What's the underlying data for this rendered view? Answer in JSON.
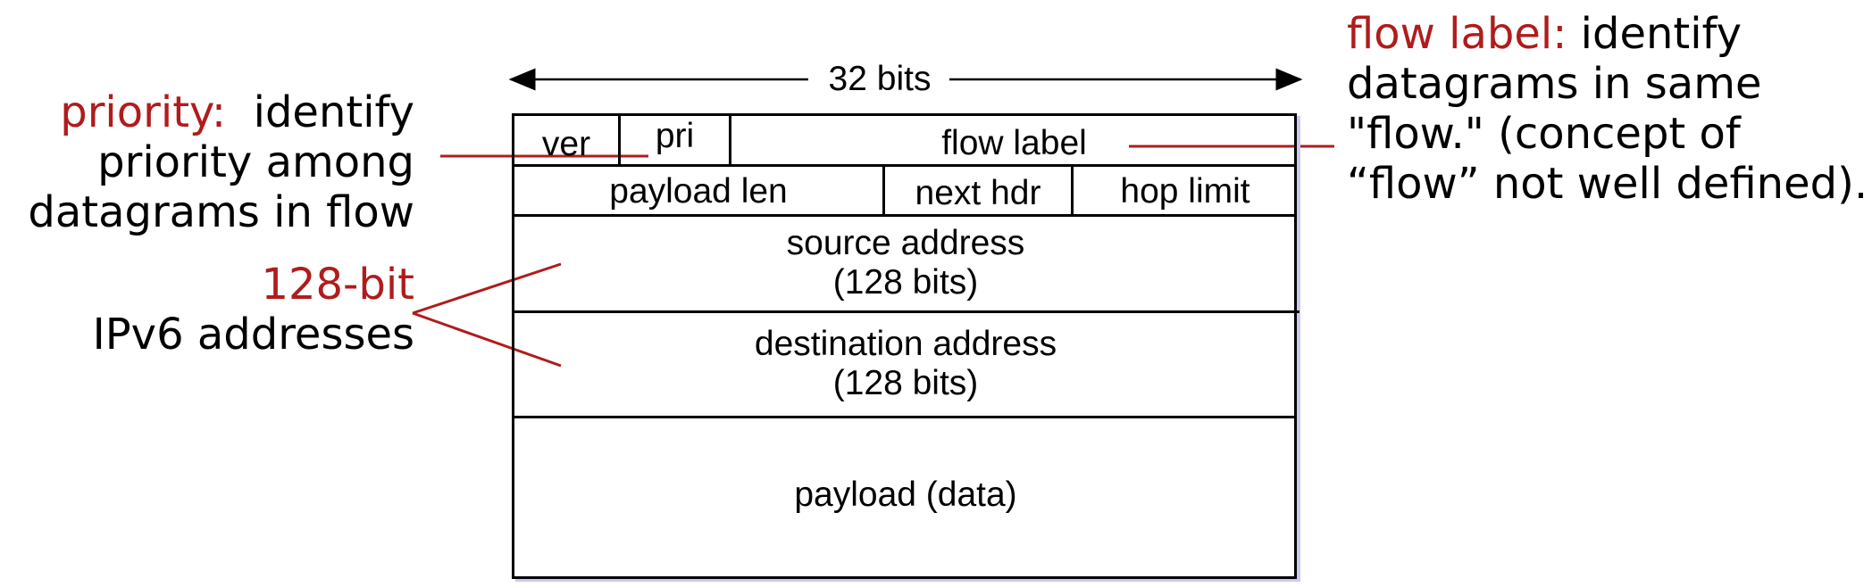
{
  "width_label": "32 bits",
  "fields": {
    "ver": "ver",
    "pri": "pri",
    "flow_label": "flow label",
    "payload_len": "payload len",
    "next_hdr": "next hdr",
    "hop_limit": "hop limit",
    "source_address": "source address",
    "source_bits": "(128 bits)",
    "destination_address": "destination address",
    "destination_bits": "(128 bits)",
    "payload": "payload (data)"
  },
  "annotations": {
    "priority": {
      "term": "priority:",
      "text_line1": "identify",
      "text_line2": "priority among",
      "text_line3": "datagrams in flow"
    },
    "addresses": {
      "term": "128-bit",
      "text": "IPv6 addresses"
    },
    "flow_label": {
      "term": "flow label:",
      "text_line1": "identify",
      "text_line2": "datagrams in same",
      "text_line3": "\"flow.\" (concept of",
      "text_line4": "“flow” not well defined)."
    }
  },
  "colors": {
    "accent": "#b01c1c",
    "shadow": "#c9c9f0"
  }
}
